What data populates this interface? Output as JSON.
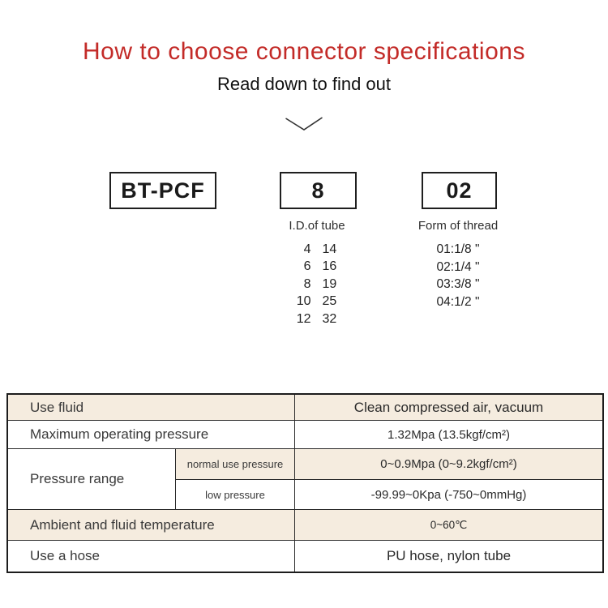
{
  "page": {
    "title": "How to choose connector specifications",
    "subtitle": "Read down to find out",
    "title_color": "#c32b28",
    "accent_bg": "#f5ecdf",
    "icons": {
      "chevron_down": "chevron-down"
    }
  },
  "part_number": {
    "model_code": "BT-PCF",
    "id_code": "8",
    "thread_code": "02",
    "id_label": "I.D.of tube",
    "thread_label": "Form of thread",
    "tube_sizes": [
      [
        "4",
        "14"
      ],
      [
        "6",
        "16"
      ],
      [
        "8",
        "19"
      ],
      [
        "10",
        "25"
      ],
      [
        "12",
        "32"
      ]
    ],
    "thread_options": [
      "01:1/8 \"",
      "02:1/4 \"",
      "03:3/8 \"",
      "04:1/2 \""
    ]
  },
  "spec_table": {
    "rows": [
      {
        "label": "Use fluid",
        "value": "Clean compressed air, vacuum"
      },
      {
        "label": "Maximum operating pressure",
        "value": "1.32Mpa (13.5kgf/cm²)"
      },
      {
        "label": "Pressure range",
        "sub_rows": [
          {
            "sub_label": "normal use pressure",
            "value": "0~0.9Mpa (0~9.2kgf/cm²)"
          },
          {
            "sub_label": "low pressure",
            "value": "-99.99~0Kpa (-750~0mmHg)"
          }
        ]
      },
      {
        "label": "Ambient and fluid temperature",
        "value": "0~60℃"
      },
      {
        "label": "Use a hose",
        "value": "PU hose, nylon tube"
      }
    ]
  }
}
